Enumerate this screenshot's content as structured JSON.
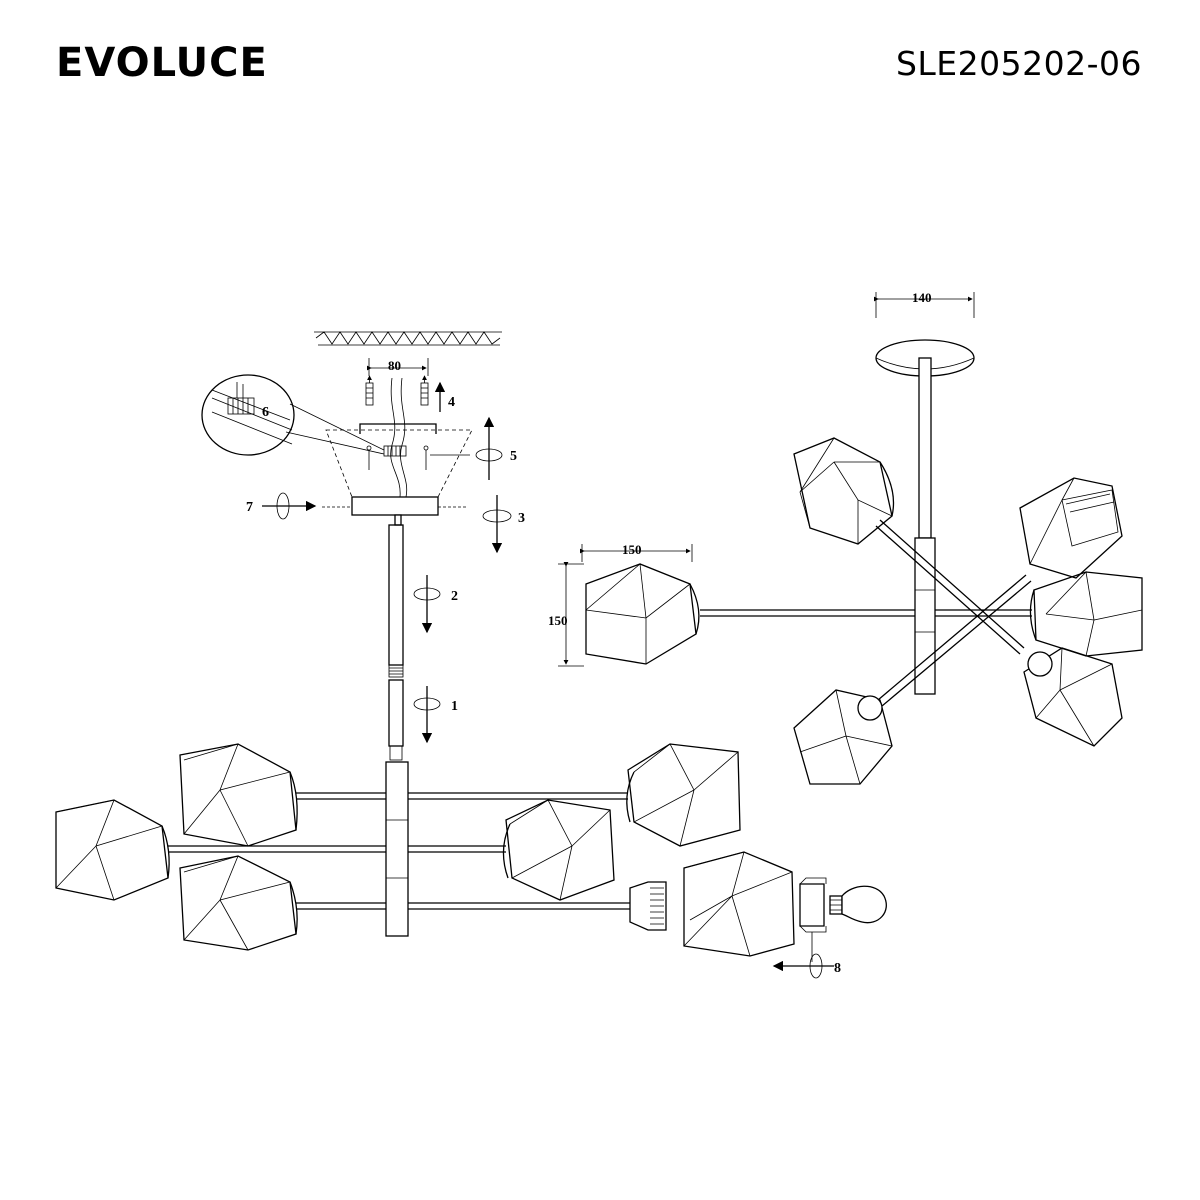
{
  "header": {
    "brand": "EVOLUCE",
    "model": "SLE205202-06"
  },
  "dimensions": {
    "ceiling_spacing": "80",
    "canopy_diameter": "140",
    "shade_width": "150",
    "shade_height": "150"
  },
  "steps": [
    "1",
    "2",
    "3",
    "4",
    "5",
    "6",
    "7",
    "8"
  ]
}
